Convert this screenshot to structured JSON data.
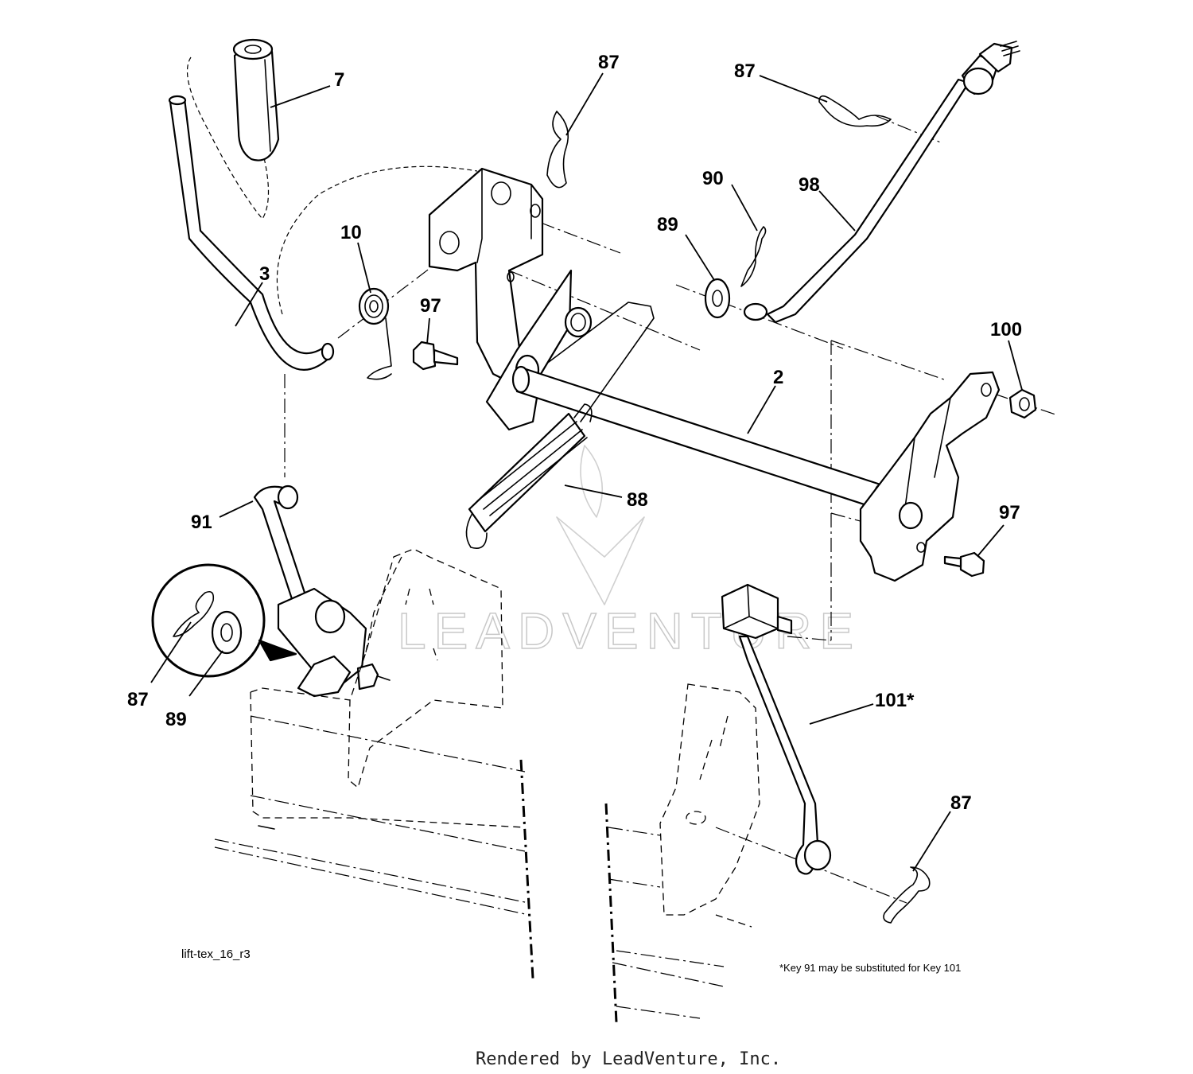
{
  "callouts": {
    "c7": "7",
    "c87_top": "87",
    "c87_right": "87",
    "c3": "3",
    "c10": "10",
    "c97_left": "97",
    "c90": "90",
    "c89_top": "89",
    "c98": "98",
    "c100": "100",
    "c2": "2",
    "c88": "88",
    "c97_right": "97",
    "c91": "91",
    "c87_inset": "87",
    "c89_inset": "89",
    "c101": "101*",
    "c87_bottom": "87"
  },
  "drawing_id": "lift-tex_16_r3",
  "footnote": "*Key 91 may be substituted for Key 101",
  "footer": "Rendered by LeadVenture, Inc.",
  "watermark_text": "LEADVENTURE"
}
